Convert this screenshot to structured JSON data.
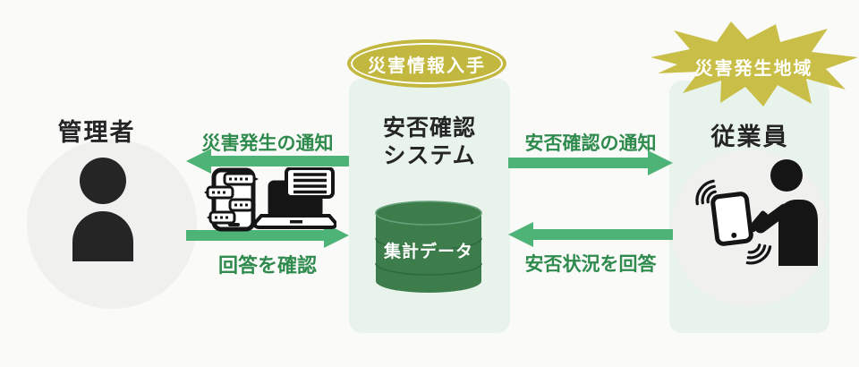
{
  "admin": {
    "label": "管理者",
    "icon": "person-icon",
    "device_icons": [
      "smartphone-chat-icon",
      "laptop-chat-icon"
    ]
  },
  "employee": {
    "label": "従業員",
    "icon": "smartphone-signal-person-icon"
  },
  "system": {
    "badge": "災害情報入手",
    "title_line1": "安否確認",
    "title_line2": "システム",
    "database_label": "集計データ",
    "database_icon": "database-cylinder-icon"
  },
  "burst": {
    "label": "災害発生地域"
  },
  "flows": {
    "notify_admin": "災害発生の通知",
    "check_answers": "回答を確認",
    "notify_employee": "安否確認の通知",
    "reply_status": "安否状況を回答"
  },
  "colors": {
    "background": "#fafaf8",
    "panel_green": "#e8f3ec",
    "arrow_green": "#4eb376",
    "label_green": "#2f8a4d",
    "badge_olive": "#c2b83f",
    "burst_olive": "#c9bf48",
    "database_green": "#3c7d4b",
    "circle_gray": "#f0f0ee",
    "icon_black": "#151515"
  }
}
